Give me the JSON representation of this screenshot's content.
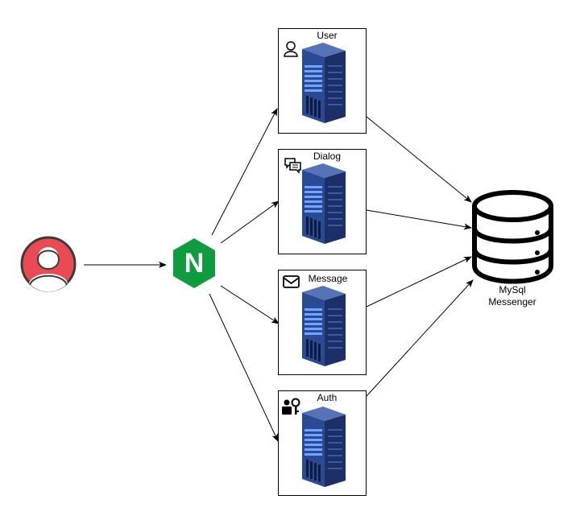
{
  "services": [
    {
      "label": "User",
      "icon": "user-icon"
    },
    {
      "label": "Dialog",
      "icon": "chat-icon"
    },
    {
      "label": "Message",
      "icon": "envelope-icon"
    },
    {
      "label": "Auth",
      "icon": "user-key-icon"
    }
  ],
  "database": {
    "line1": "MySql",
    "line2": "Messenger",
    "icon": "database-icon"
  },
  "gateway": {
    "icon": "nginx-logo",
    "letter": "N",
    "color": "#0f9c3e"
  },
  "client": {
    "icon": "user-avatar-icon",
    "color": "#ea4b52"
  },
  "colors": {
    "server_body": "#2a3f7a",
    "server_accent": "#4a7fd8",
    "arrow": "#000000"
  }
}
